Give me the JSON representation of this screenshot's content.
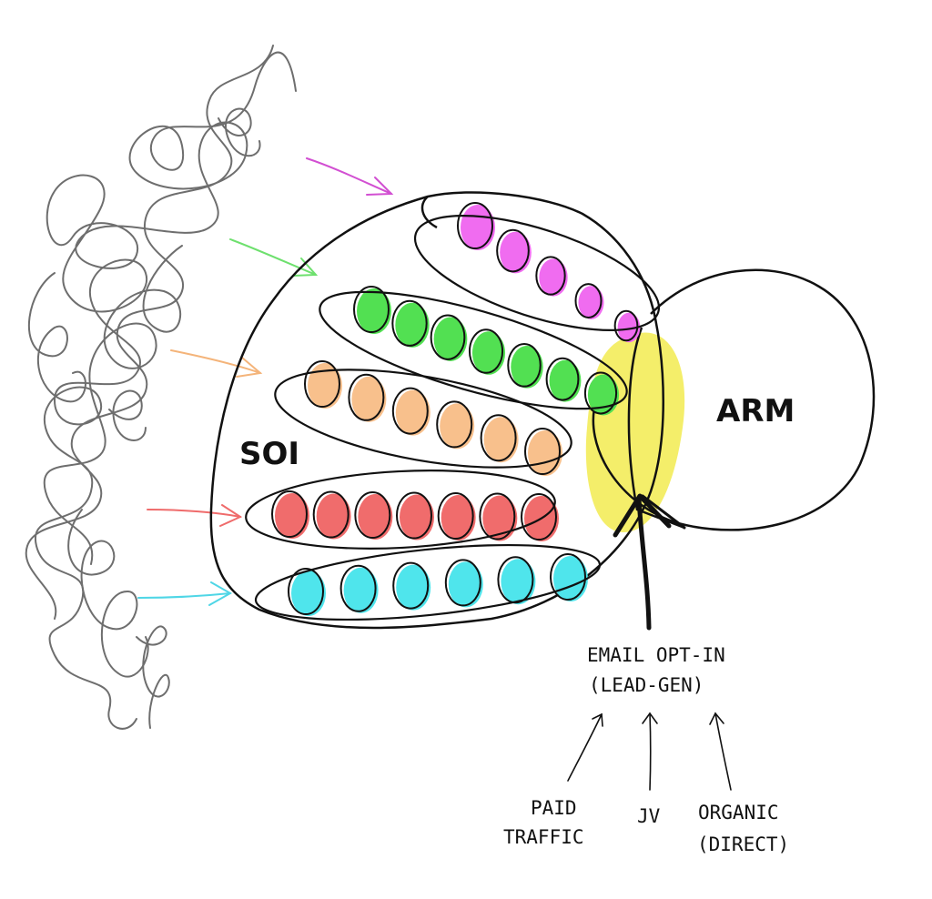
{
  "labels": {
    "soi": "SOI",
    "arm": "ARM",
    "email_line1": "EMAIL OPT-IN",
    "email_line2": "(LEAD-GEN)",
    "paid_line1": "PAID",
    "paid_line2": "TRAFFIC",
    "jv": "JV",
    "organic_line1": "ORGANIC",
    "organic_line2": "(DIRECT)"
  },
  "segments": [
    {
      "color": "#f06cf0",
      "dots": 5
    },
    {
      "color": "#52e052",
      "dots": 7
    },
    {
      "color": "#f8c08c",
      "dots": 6
    },
    {
      "color": "#f06c6c",
      "dots": 7
    },
    {
      "color": "#4fe5ec",
      "dots": 6
    }
  ],
  "colors": {
    "stroke": "#111111",
    "scribble": "#6e6e6e",
    "highlight": "#f4ee6a"
  }
}
